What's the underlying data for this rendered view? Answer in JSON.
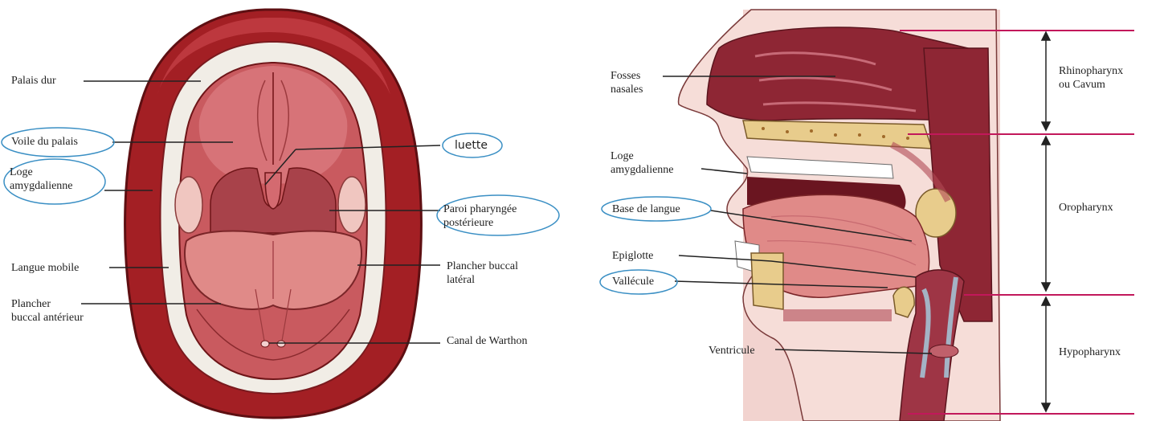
{
  "left_diagram": {
    "labels": {
      "palais_dur": "Palais dur",
      "voile_du_palais": "Voile du palais",
      "loge_amygdalienne": "Loge\namygdalienne",
      "langue_mobile": "Langue mobile",
      "plancher_buccal_anterieur": "Plancher\nbuccal antérieur",
      "luette": "luette",
      "paroi_pharyngee": "Paroi pharyngée\npostérieure",
      "plancher_buccal_lateral": "Plancher buccal\nlatéral",
      "canal_de_warthon": "Canal de Warthon"
    }
  },
  "right_diagram": {
    "labels": {
      "fosses_nasales": "Fosses\nnasales",
      "loge_amygdalienne": "Loge\namygdalienne",
      "base_de_langue": "Base de langue",
      "epiglotte": "Epiglotte",
      "vallecule": "Vallécule",
      "ventricule": "Ventricule",
      "rhinopharynx": "Rhinopharynx\nou Cavum",
      "oropharynx": "Oropharynx",
      "hypopharynx": "Hypopharynx"
    }
  },
  "colors": {
    "lip": "#a31f24",
    "gum": "#f1ede6",
    "mouth": "#c95a5f",
    "tongue": "#e08a88",
    "highlight_ellipse": "#3a8fc4",
    "level_line": "#c2185b",
    "leader_line": "#222222"
  }
}
